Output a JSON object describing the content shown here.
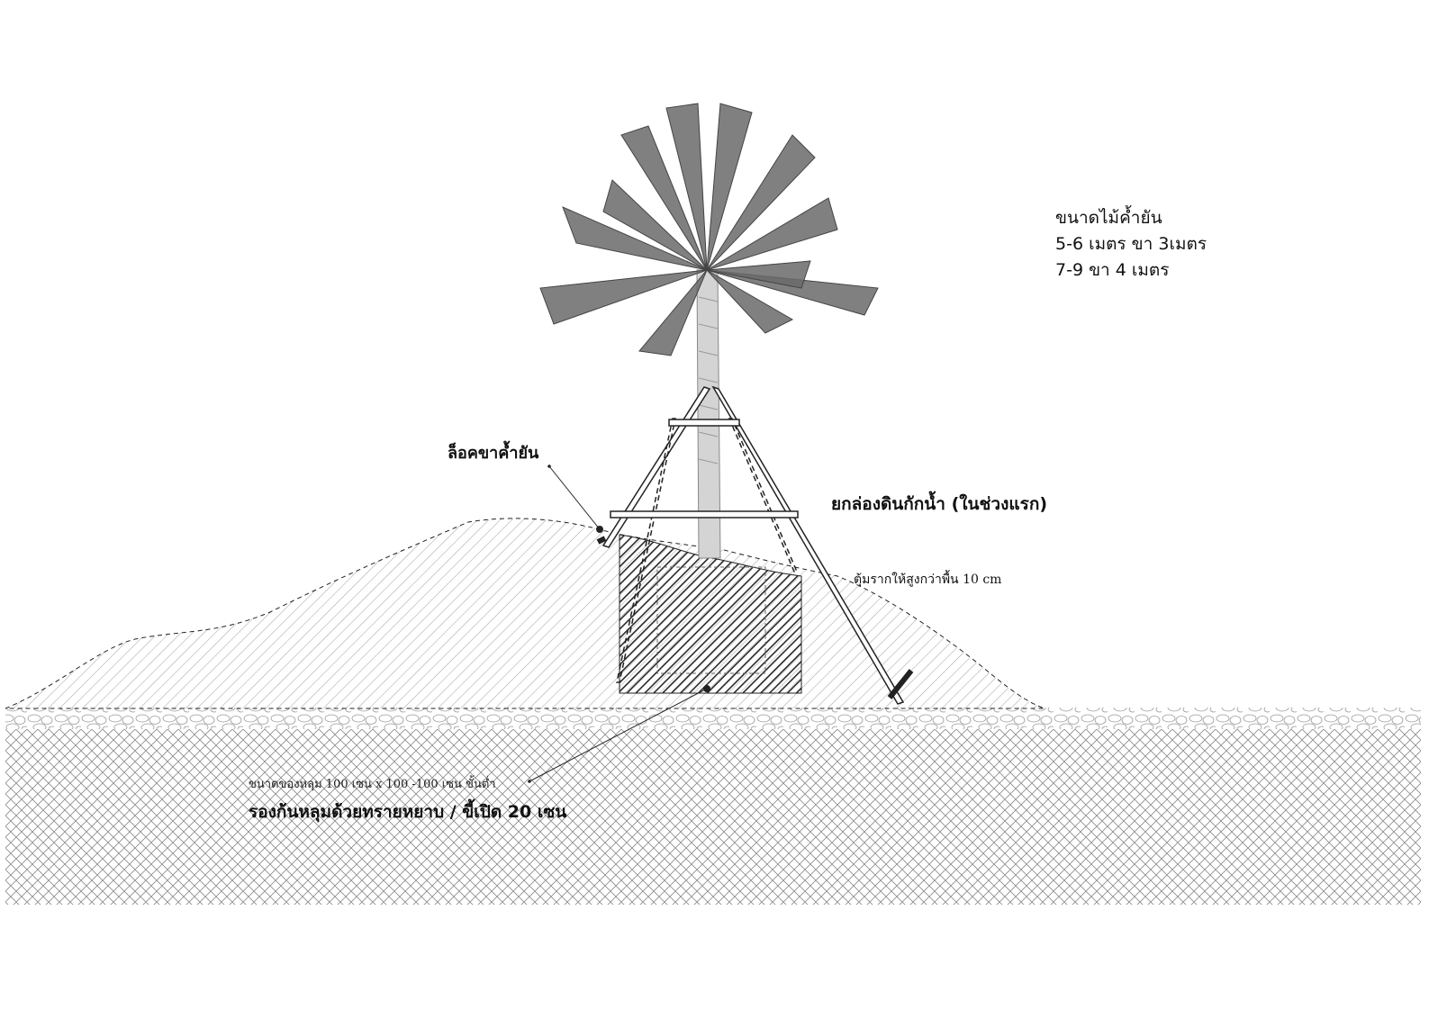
{
  "stake_note": {
    "title": "ขนาดไม้ค้ำยัน",
    "line1": "5-6 เมตร ขา 3เมตร",
    "line2": "7-9 ขา 4 เมตร"
  },
  "labels": {
    "stake_lock": "ล็อคขาค้ำยัน",
    "soil_dike": "ยกล่องดินกักน้ำ (ในช่วงแรก)",
    "mound_root": "ตุ้มรากให้สูงกว่าพื้น 10 cm",
    "pit_size": "ขนาดของหลุม 100 เซน x 100 -100 เซน ขั้นต่ำ",
    "pit_base": "รองก้นหลุมด้วยทรายหยาบ / ขี้เปิด 20 เซน"
  },
  "colors": {
    "line": "#222222",
    "foliage": "#555555",
    "trunk": "#cfcfcf",
    "rootball": "#3a3a3a",
    "background": "#ffffff"
  }
}
